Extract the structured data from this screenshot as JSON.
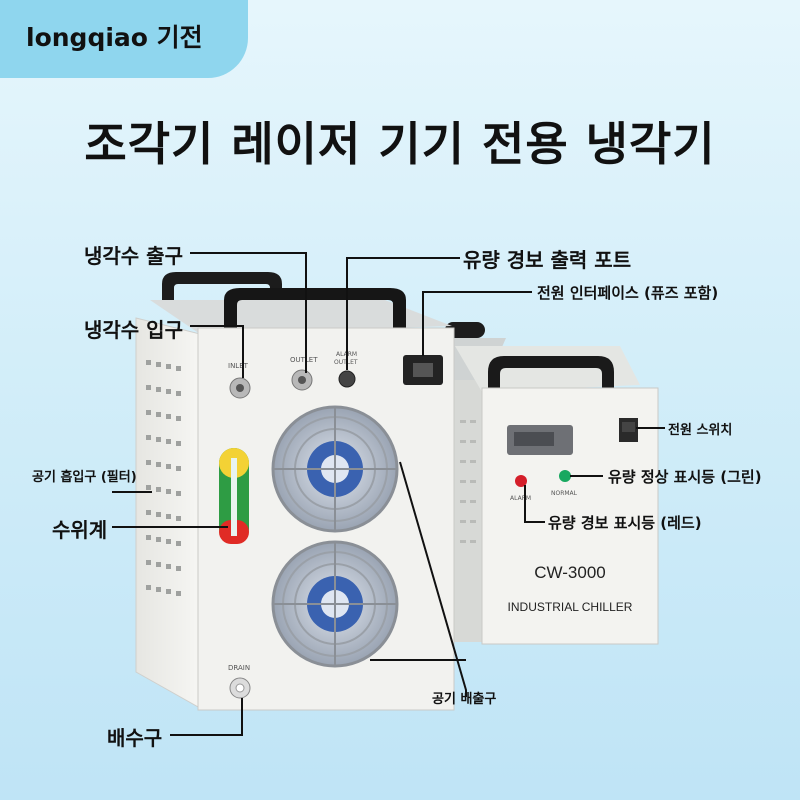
{
  "brand": "longqiao 기전",
  "title": "조각기 레이저 기기 전용 냉각기",
  "callouts": {
    "coolant_outlet": "냉각수 출구",
    "coolant_inlet": "냉각수 입구",
    "air_intake": "공기 흡입구 (필터)",
    "water_gauge": "수위계",
    "drain": "배수구",
    "flow_alarm_port": "유량 경보 출력 포트",
    "power_interface": "전원 인터페이스 (퓨즈 포함)",
    "power_switch": "전원 스위치",
    "flow_normal_lamp": "유량 정상 표시등 (그린)",
    "flow_alarm_lamp": "유량 경보 표시등 (레드)",
    "air_exhaust": "공기 배출구"
  },
  "product_text": {
    "inlet": "INLET",
    "outlet": "OUTLET",
    "alarm_outlet_1": "ALARM",
    "alarm_outlet_2": "OUTLET",
    "drain": "DRAIN",
    "alarm": "ALARM",
    "normal": "NORMAL",
    "model": "CW-3000",
    "subtitle": "INDUSTRIAL CHILLER"
  },
  "colors": {
    "background": "#d3eef9",
    "badge": "#8fd6ee",
    "cabinet": "#f1f1ee",
    "handle": "#1c1c1c",
    "fan_blade": "#3a62b0"
  }
}
